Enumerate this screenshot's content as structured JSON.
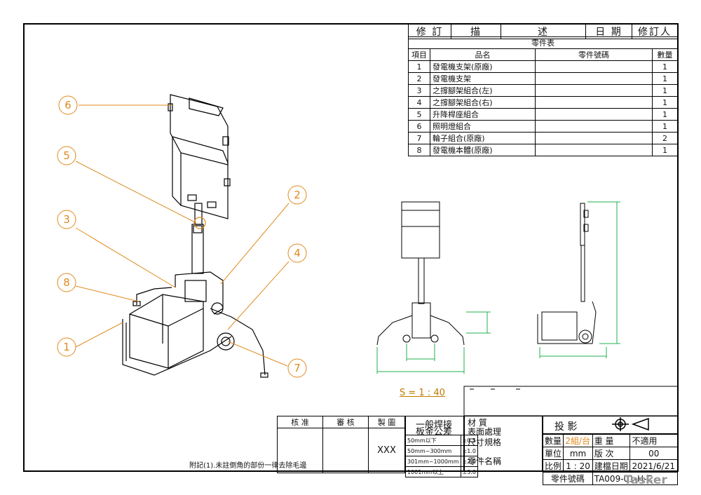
{
  "revision_header": [
    "修 訂",
    "描",
    "述",
    "日 期",
    "修訂人"
  ],
  "bom": {
    "title": "零件表",
    "headers": [
      "項目",
      "品名",
      "零件號碼",
      "數量"
    ],
    "rows": [
      {
        "item": "1",
        "name": "發電機支架(原廠)",
        "part": "",
        "qty": "1"
      },
      {
        "item": "2",
        "name": "發電機支架",
        "part": "",
        "qty": "1"
      },
      {
        "item": "3",
        "name": "之撐腳架組合(左)",
        "part": "",
        "qty": "1"
      },
      {
        "item": "4",
        "name": "之撐腳架組合(右)",
        "part": "",
        "qty": "1"
      },
      {
        "item": "5",
        "name": "升降桿座組合",
        "part": "",
        "qty": "1"
      },
      {
        "item": "6",
        "name": "照明燈組合",
        "part": "",
        "qty": "1"
      },
      {
        "item": "7",
        "name": "輪子組合(原廠)",
        "part": "",
        "qty": "2"
      },
      {
        "item": "8",
        "name": "發電機本體(原廠)",
        "part": "",
        "qty": "1"
      }
    ]
  },
  "balloons": [
    "1",
    "2",
    "3",
    "4",
    "5",
    "6",
    "7",
    "8"
  ],
  "scale_label": "S = 1 : 40",
  "title_block": {
    "approvals": [
      "核 准",
      "審 核",
      "製 圖"
    ],
    "drafter": "XXX",
    "tolerance_title1": "一般焊接",
    "tolerance_title2": "板金公差",
    "tolerance_rows": [
      {
        "range": "50mm以下",
        "tol": "±0.5"
      },
      {
        "range": "50mm~300mm",
        "tol": "±1.0"
      },
      {
        "range": "301mm~1000mm",
        "tol": "±2.0"
      },
      {
        "range": "1001mm以上",
        "tol": "±3.0"
      }
    ],
    "material_label": "材 質",
    "surface_label": "表面處理",
    "dimension_label": "尺寸規格",
    "part_name_label": "零件名稱",
    "projection_label": "投 影",
    "qty_label": "數量",
    "qty_value": "2組/台",
    "weight_label": "重 量",
    "weight_value": "不適用",
    "unit_label": "單位",
    "unit_value": "mm",
    "version_label": "版 次",
    "version_value": "00",
    "ratio_label": "比例",
    "ratio_value": "1 : 20",
    "date_label": "建檔日期",
    "date_value": "2021/6/21",
    "part_no_label": "零件號碼",
    "part_no_value": "TA009-01-H-C"
  },
  "note": "附記(1).未註倒角的部份一律去除毛邊",
  "watermark": "Tasker",
  "colors": {
    "balloon": "#e08a1e",
    "dimension": "#22b14c",
    "ink": "#000000"
  }
}
